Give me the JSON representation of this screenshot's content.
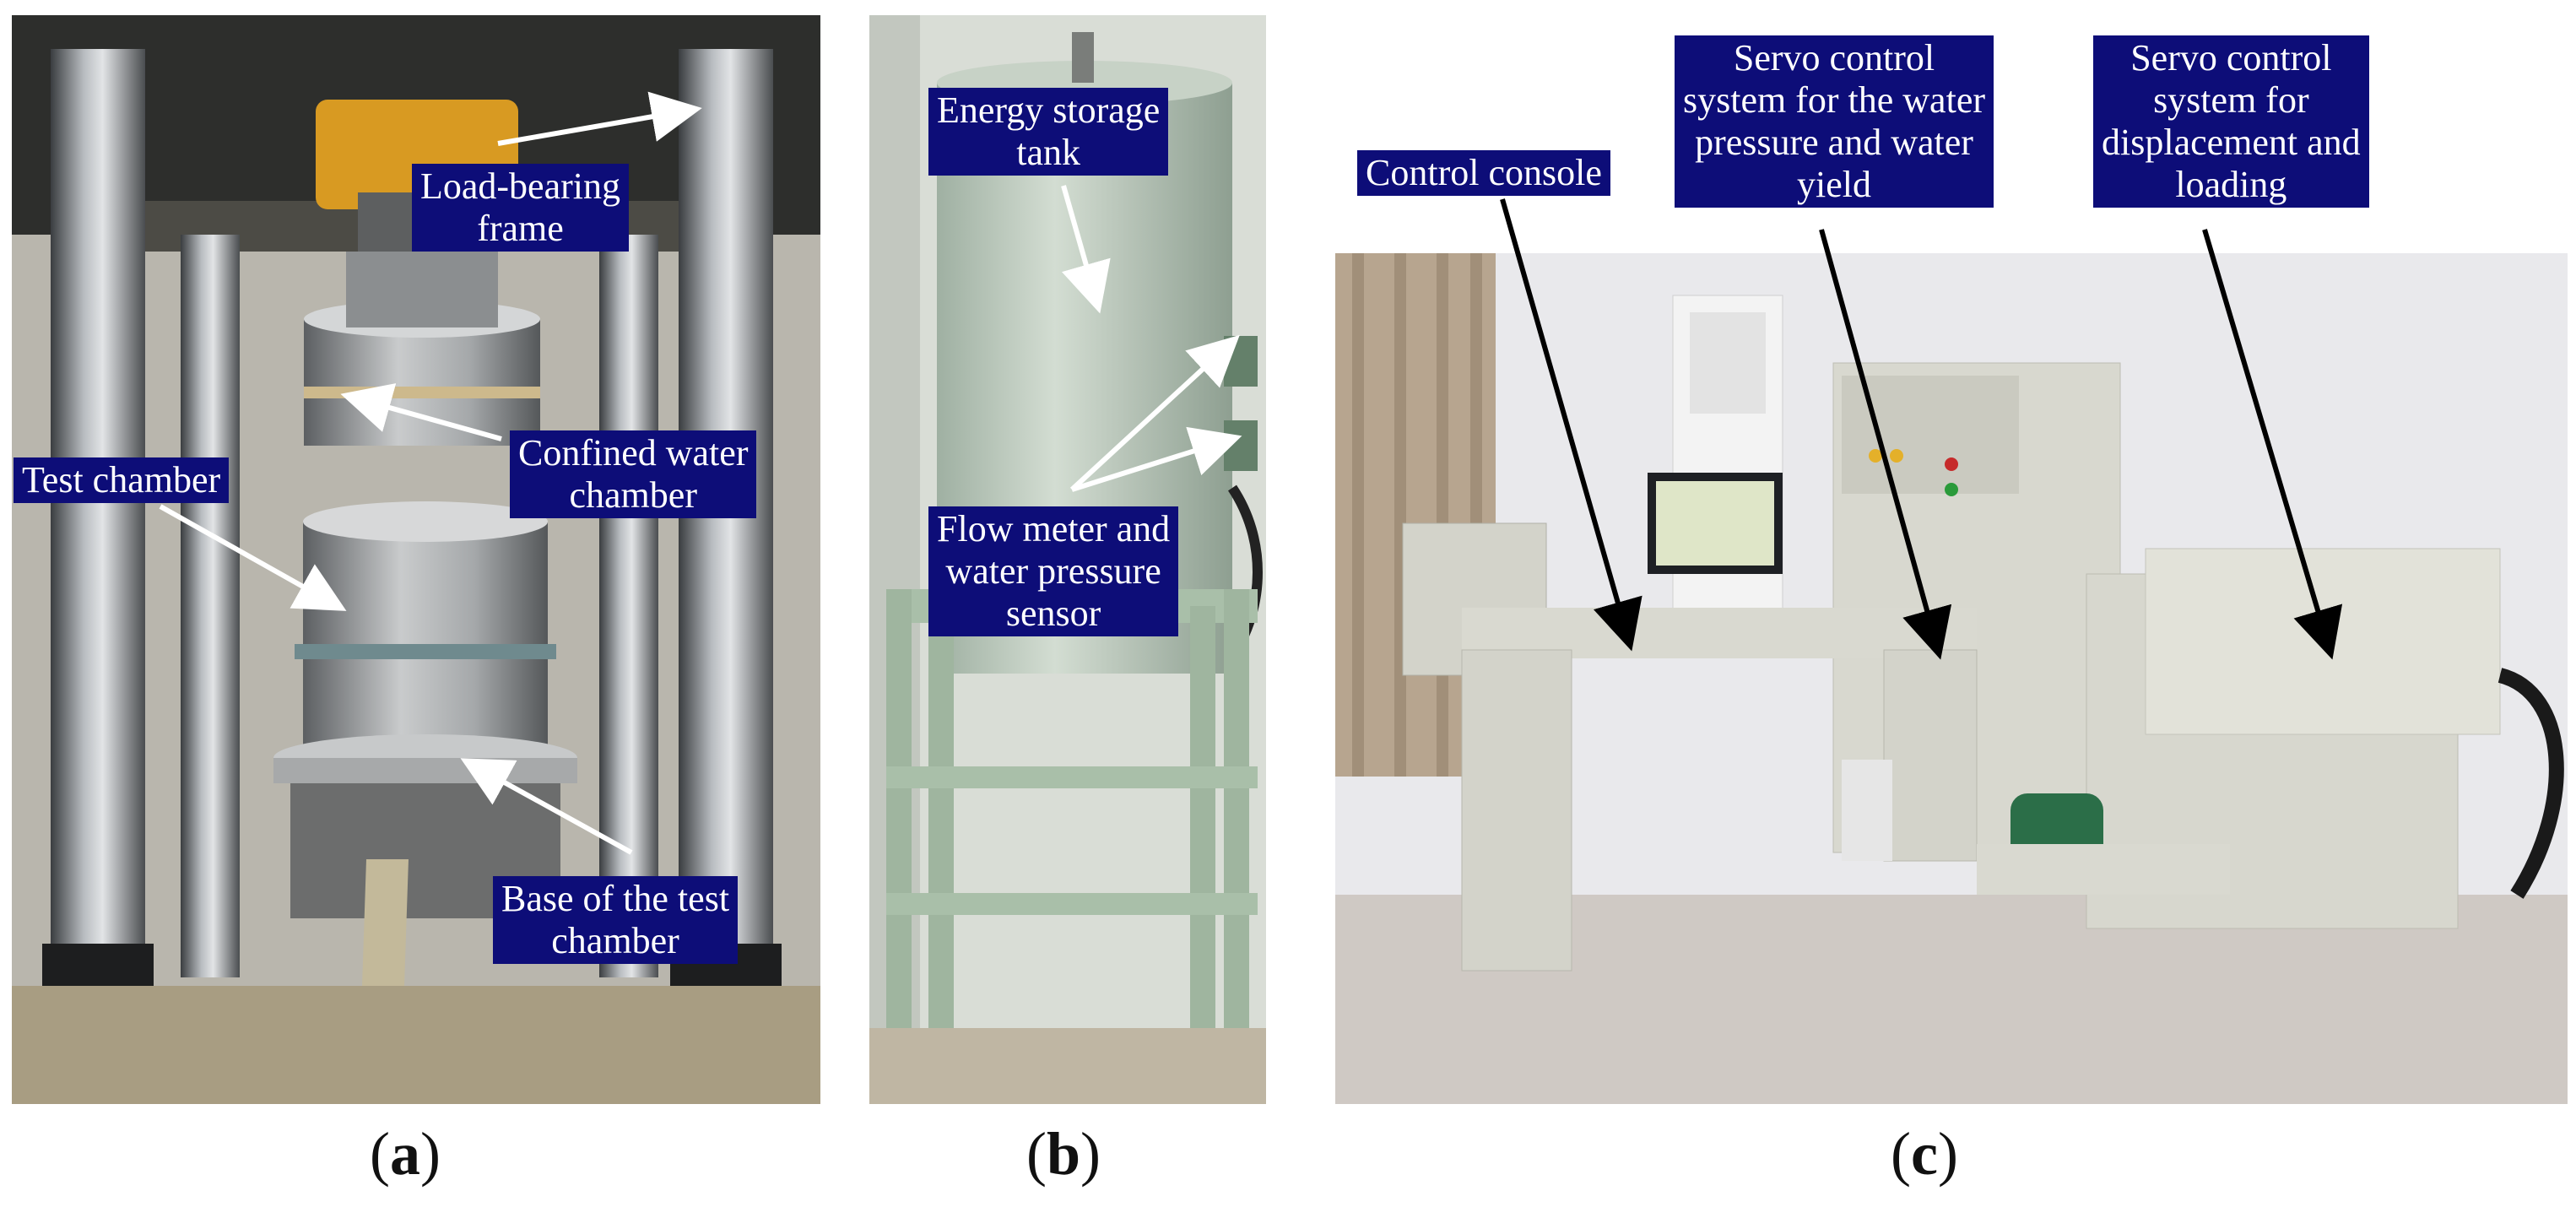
{
  "panels": {
    "a": {
      "caption_letter": "a",
      "labels": {
        "load_bearing_frame_line1": "Load-bearing",
        "load_bearing_frame_line2": "frame",
        "confined_water_chamber_line1": "Confined water",
        "confined_water_chamber_line2": "chamber",
        "test_chamber": "Test chamber",
        "base_line1": "Base of the test",
        "base_line2": "chamber"
      }
    },
    "b": {
      "caption_letter": "b",
      "labels": {
        "energy_storage_line1": "Energy storage",
        "energy_storage_line2": "tank",
        "flow_meter_line1": "Flow meter and",
        "flow_meter_line2": "water pressure",
        "flow_meter_line3": "sensor"
      }
    },
    "c": {
      "caption_letter": "c",
      "labels": {
        "control_console": "Control console",
        "servo_water_line1": "Servo control",
        "servo_water_line2": "system for the water",
        "servo_water_line3": "pressure and water",
        "servo_water_line4": "yield",
        "servo_disp_line1": "Servo control",
        "servo_disp_line2": "system for",
        "servo_disp_line3": "displacement and",
        "servo_disp_line4": "loading"
      }
    }
  },
  "colors": {
    "label_background": "#0d0d78",
    "label_text": "#ffffff",
    "arrow_panel_a_b": "#ffffff",
    "arrow_panel_c": "#000000"
  }
}
